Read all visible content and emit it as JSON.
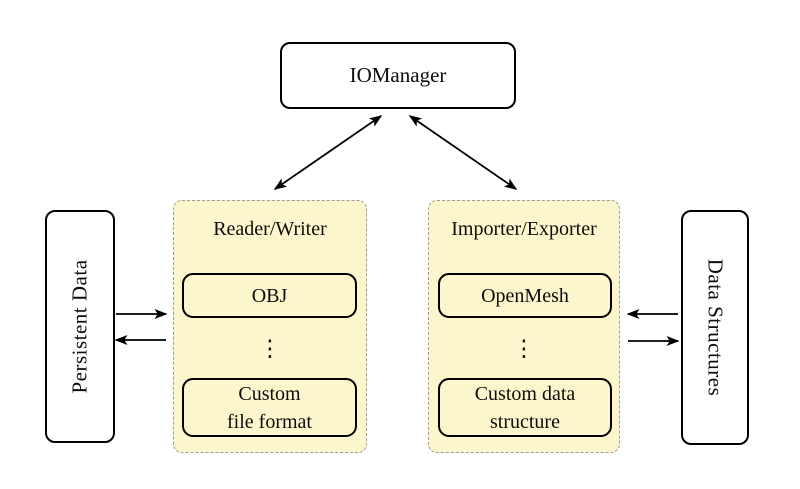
{
  "diagram": {
    "nodes": {
      "iomanager": "IOManager",
      "persistent_data": "Persistent Data",
      "data_structures": "Data Structures"
    },
    "groups": {
      "reader_writer": {
        "title": "Reader/Writer",
        "items": [
          "OBJ",
          "Custom\nfile format"
        ],
        "ellipsis": "⋮"
      },
      "importer_exporter": {
        "title": "Importer/Exporter",
        "items": [
          "OpenMesh",
          "Custom data\nstructure"
        ],
        "ellipsis": "⋮"
      }
    },
    "colors": {
      "group_fill": "#fbf6cc",
      "group_dashed_border": "#9c9c9c",
      "node_border": "#000000",
      "background": "#ffffff"
    },
    "connections": [
      "IOManager <-> Reader/Writer",
      "IOManager <-> Importer/Exporter",
      "Persistent Data -> Reader/Writer",
      "Reader/Writer -> Persistent Data",
      "Data Structures -> Importer/Exporter",
      "Importer/Exporter -> Data Structures"
    ]
  }
}
